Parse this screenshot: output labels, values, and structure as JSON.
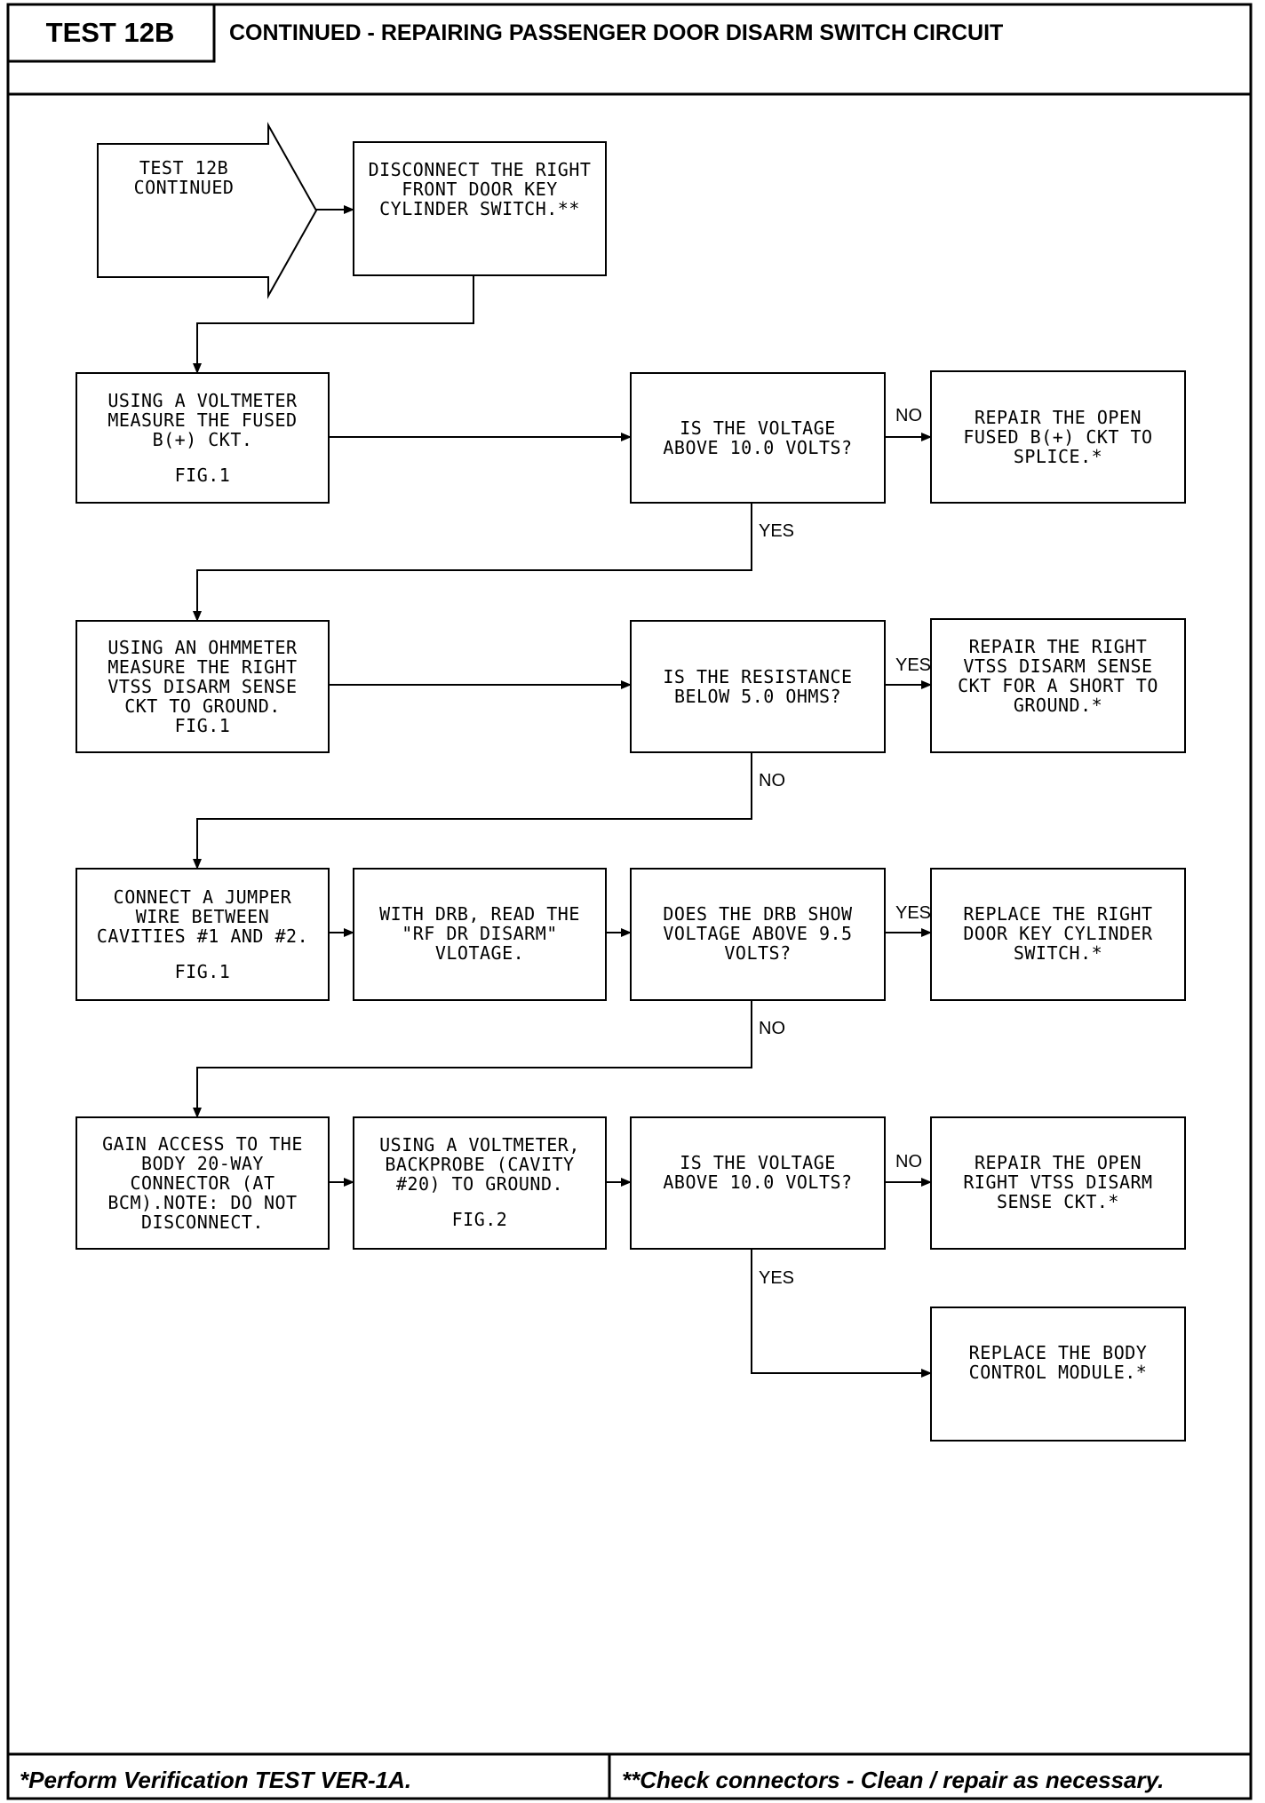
{
  "header": {
    "test_label": "TEST 12B",
    "title": "CONTINUED - REPAIRING PASSENGER DOOR DISARM SWITCH CIRCUIT"
  },
  "nodes": {
    "start": [
      "TEST 12B",
      "CONTINUED"
    ],
    "disconnect": [
      "DISCONNECT THE RIGHT",
      "FRONT DOOR KEY",
      "CYLINDER SWITCH.**"
    ],
    "voltmeter": [
      "USING A VOLTMETER",
      "MEASURE THE FUSED",
      "B(+) CKT."
    ],
    "voltmeter_fig": "FIG.1",
    "voltage_q1": [
      "IS THE VOLTAGE",
      "ABOVE 10.0 VOLTS?"
    ],
    "repair_fused": [
      "REPAIR THE OPEN",
      "FUSED B(+) CKT TO",
      "SPLICE.*"
    ],
    "ohmmeter": [
      "USING AN OHMMETER",
      "MEASURE THE RIGHT",
      "VTSS DISARM SENSE",
      "CKT TO GROUND.",
      "FIG.1"
    ],
    "resistance_q": [
      "IS THE RESISTANCE",
      "BELOW 5.0 OHMS?"
    ],
    "repair_short": [
      "REPAIR THE RIGHT",
      "VTSS DISARM SENSE",
      "CKT FOR A SHORT TO",
      "GROUND.*"
    ],
    "jumper": [
      "CONNECT A JUMPER",
      "WIRE BETWEEN",
      "CAVITIES #1 AND #2."
    ],
    "jumper_fig": "FIG.1",
    "drb_read": [
      "WITH DRB, READ THE",
      "\"RF DR DISARM\"",
      "VLOTAGE."
    ],
    "drb_q": [
      "DOES THE DRB SHOW",
      "VOLTAGE ABOVE 9.5",
      "VOLTS?"
    ],
    "replace_switch": [
      "REPLACE THE RIGHT",
      "DOOR KEY CYLINDER",
      "SWITCH.*"
    ],
    "gain_access": [
      "GAIN ACCESS TO THE",
      "BODY 20-WAY",
      "CONNECTOR (AT",
      "BCM).NOTE: DO NOT",
      "DISCONNECT."
    ],
    "backprobe": [
      "USING A VOLTMETER,",
      "BACKPROBE (CAVITY",
      "#20) TO GROUND."
    ],
    "backprobe_fig": "FIG.2",
    "voltage_q2": [
      "IS THE VOLTAGE",
      "ABOVE 10.0 VOLTS?"
    ],
    "repair_sense": [
      "REPAIR THE OPEN",
      "RIGHT VTSS DISARM",
      "SENSE CKT.*"
    ],
    "replace_bcm": [
      "REPLACE THE BODY",
      "CONTROL MODULE.*"
    ]
  },
  "labels": {
    "no_1": "NO",
    "yes_1": "YES",
    "yes_2": "YES",
    "no_2": "NO",
    "yes_3": "YES",
    "no_3": "NO",
    "no_4": "NO",
    "yes_4": "YES"
  },
  "footer": {
    "left": "*Perform Verification TEST VER-1A.",
    "right": "**Check connectors - Clean / repair as necessary."
  }
}
